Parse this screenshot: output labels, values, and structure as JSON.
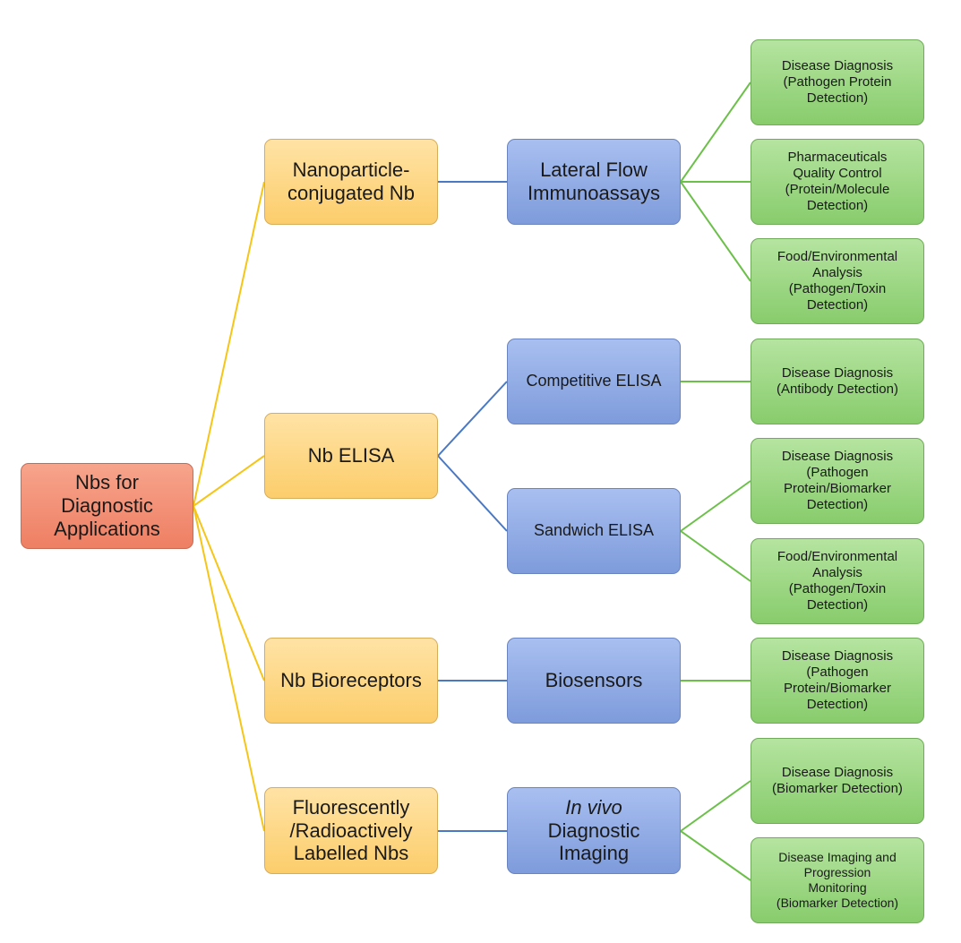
{
  "root": {
    "label": "Nbs for\nDiagnostic\nApplications"
  },
  "level1": [
    {
      "label": "Nanoparticle-\nconjugated Nb"
    },
    {
      "label": "Nb ELISA"
    },
    {
      "label": "Nb Bioreceptors"
    },
    {
      "label": "Fluorescently\n/Radioactively\nLabelled Nbs"
    }
  ],
  "level2": [
    {
      "label": "Lateral Flow\nImmunoassays"
    },
    {
      "label": "Competitive ELISA"
    },
    {
      "label": "Sandwich ELISA"
    },
    {
      "label": "Biosensors"
    },
    {
      "label_italic": "In vivo",
      "label": "Diagnostic\nImaging"
    }
  ],
  "level3": [
    {
      "label": "Disease Diagnosis\n(Pathogen Protein\nDetection)"
    },
    {
      "label": "Pharmaceuticals\nQuality Control\n(Protein/Molecule\nDetection)"
    },
    {
      "label": "Food/Environmental\nAnalysis\n(Pathogen/Toxin\nDetection)"
    },
    {
      "label": "Disease Diagnosis\n(Antibody Detection)"
    },
    {
      "label": "Disease Diagnosis\n(Pathogen\nProtein/Biomarker\nDetection)"
    },
    {
      "label": "Food/Environmental\nAnalysis\n(Pathogen/Toxin\nDetection)"
    },
    {
      "label": "Disease Diagnosis\n(Pathogen\nProtein/Biomarker\nDetection)"
    },
    {
      "label": "Disease Diagnosis\n(Biomarker Detection)"
    },
    {
      "label": "Disease Imaging and\nProgression\nMonitoring\n(Biomarker Detection)"
    }
  ],
  "colors": {
    "root_fill": "#ef8a70",
    "level1_fill": "#fdd47e",
    "level2_fill": "#8aa5e0",
    "level3_fill": "#95d17a",
    "connector_root": "#f5c518",
    "connector_level1": "#4a78c2",
    "connector_level2": "#6cc04a"
  }
}
